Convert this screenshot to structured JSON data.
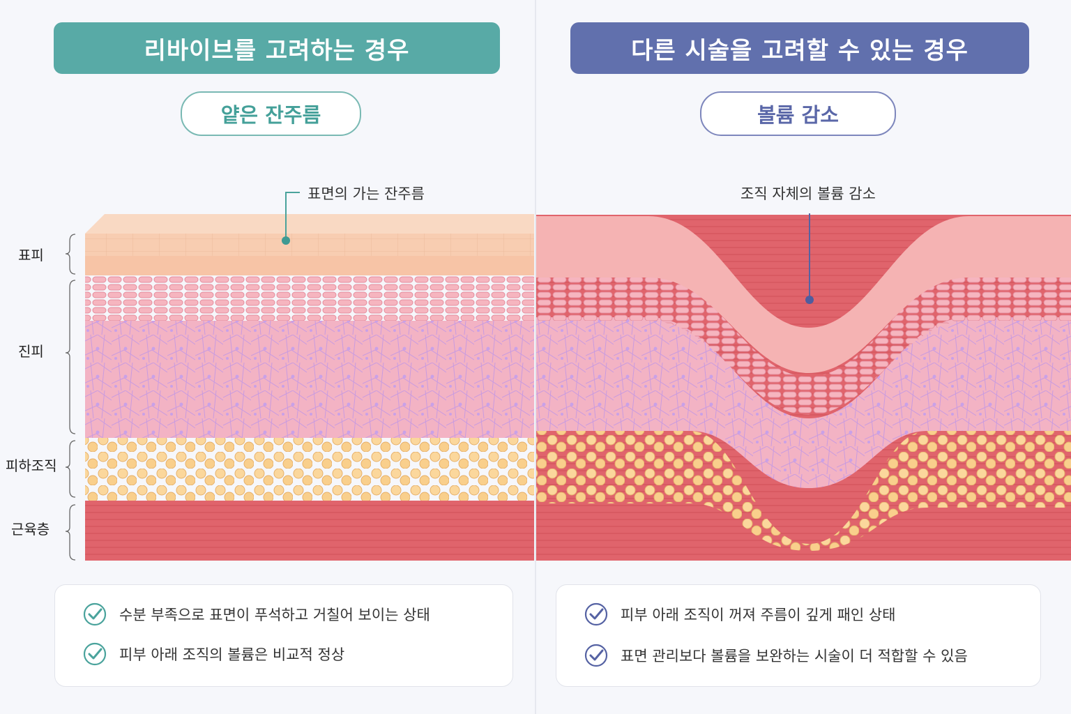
{
  "left": {
    "banner": "리바이브를 고려하는 경우",
    "pill": "얕은 잔주름",
    "callout": "표면의 가는 잔주름",
    "checklist": [
      "수분 부족으로 표면이 푸석하고 거칠어 보이는 상태",
      "피부 아래 조직의 볼륨은 비교적 정상"
    ]
  },
  "right": {
    "banner": "다른 시술을 고려할 수 있는 경우",
    "pill": "볼륨 감소",
    "callout": "조직 자체의 볼륨 감소",
    "checklist": [
      "피부 아래 조직이 꺼져 주름이 깊게 패인 상태",
      "표면 관리보다 볼륨을 보완하는 시술이 더 적합할 수 있음"
    ]
  },
  "layers": {
    "epidermis": "표피",
    "dermis": "진피",
    "subcutis": "피하조직",
    "muscle": "근육층"
  },
  "colors": {
    "teal": "#58aaa6",
    "indigo": "#6170ad",
    "epidermis": "#f7c9ad",
    "dermis": "#f2a9b6",
    "fat": "#f7cf8e",
    "muscle": "#e0646c"
  },
  "icons": [
    "check-circle-icon"
  ]
}
